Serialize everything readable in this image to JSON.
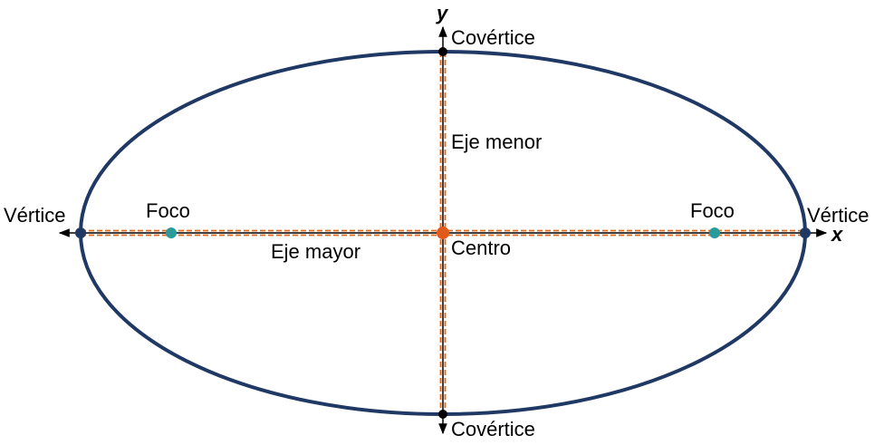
{
  "diagram": {
    "labels": {
      "x_axis": "x",
      "y_axis": "y",
      "vertex_left": "Vértice",
      "vertex_right": "Vértice",
      "covertex_top": "Covértice",
      "covertex_bottom": "Covértice",
      "focus_left": "Foco",
      "focus_right": "Foco",
      "center": "Centro",
      "major_axis": "Eje mayor",
      "minor_axis": "Eje menor"
    },
    "colors": {
      "ellipse": "#1f3864",
      "axes": "#000000",
      "dashed_axes": "#e06a1c",
      "center_point": "#e05a1c",
      "focus_points": "#2a9a9a",
      "vertex_points": "#1f3864",
      "covertex_points": "#000000"
    }
  }
}
